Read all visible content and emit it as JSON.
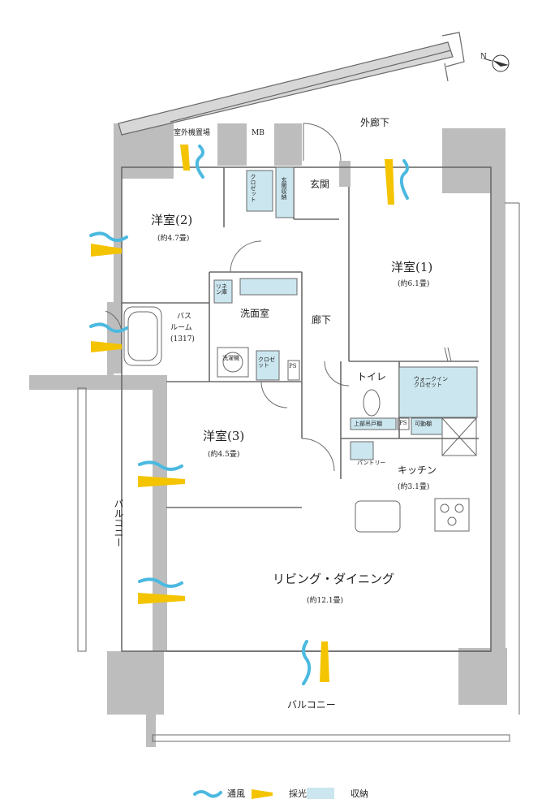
{
  "rooms": {
    "western1": {
      "name": "洋室(1)",
      "area": "(約6.1畳)"
    },
    "western2": {
      "name": "洋室(2)",
      "area": "(約4.7畳)"
    },
    "western3": {
      "name": "洋室(3)",
      "area": "(約4.5畳)"
    },
    "living": {
      "name": "リビング・ダイニング",
      "area": "(約12.1畳)"
    },
    "kitchen": {
      "name": "キッチン",
      "area": "(約3.1畳)"
    },
    "bath": {
      "line1": "バス",
      "line2": "ルーム",
      "line3": "(1317)"
    },
    "washroom": "洗面室",
    "toilet": "トイレ",
    "entrance": "玄関",
    "corridor": "廊下",
    "outer_corridor": "外廊下",
    "outdoor_unit": "室外機置場",
    "balcony_bottom": "バルコニー",
    "balcony_left": "バルコニー",
    "mb": "MB"
  },
  "storage": {
    "closet_w2": "クロゼット",
    "entrance_storage": "玄関収納",
    "linen": "リネン庫",
    "washer": "洗濯機",
    "closet_small": "クロゼット",
    "walkin": "ウォークイン\nクロゼット",
    "upper_shelf": "上部吊戸棚",
    "movable_shelf": "可動棚",
    "pantry": "パントリー",
    "ps1": "PS",
    "ps2": "PS"
  },
  "legend": {
    "ventilation": "通風",
    "daylight": "採光",
    "storage": "収納"
  },
  "colors": {
    "wall": "#bdbdbd",
    "storage": "#cbe6ef",
    "ventilation": "#4bb9e0",
    "daylight": "#f4c400",
    "line": "#6a6a6a"
  },
  "compass": {
    "label": "N"
  }
}
